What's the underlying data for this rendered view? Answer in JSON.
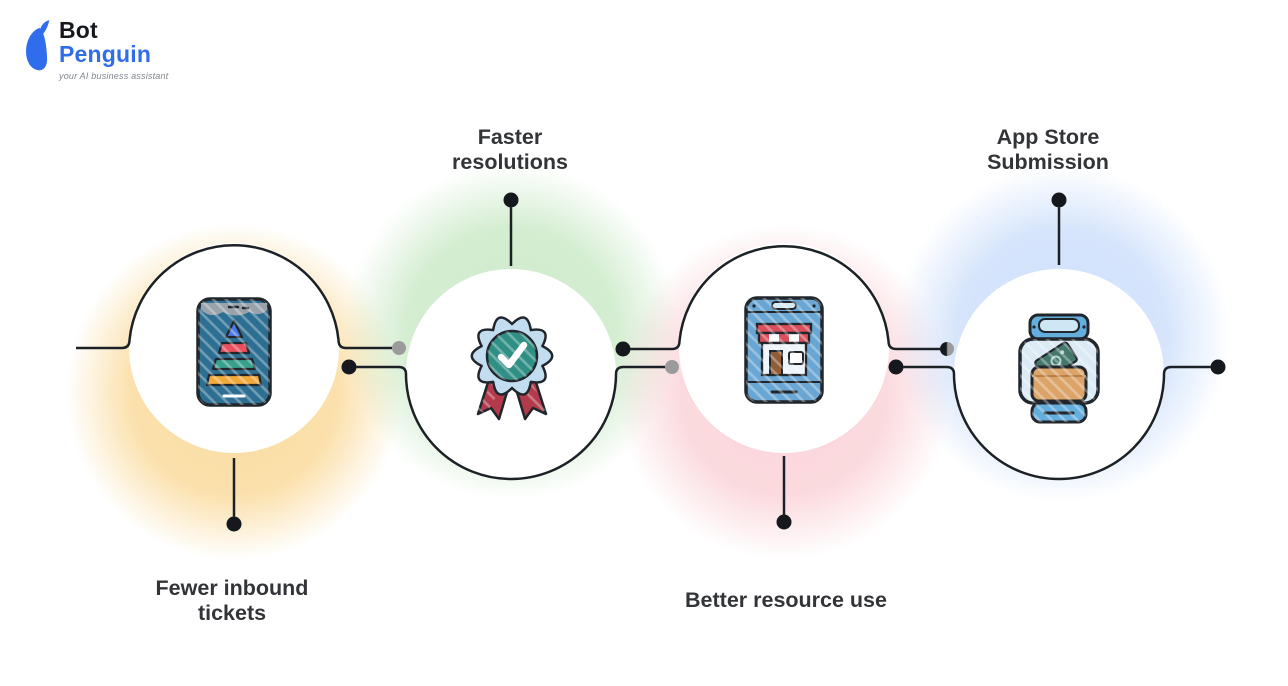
{
  "brand": {
    "name_line1": "Bot",
    "name_line2": "Penguin",
    "tagline": "your AI business assistant",
    "brand_blue": "#2f6ded",
    "name_dark": "#15191d",
    "tagline_gray": "#80868f"
  },
  "diagram": {
    "stroke_color": "#1c2126",
    "dot_dark": "#15191d",
    "dot_gray": "#9b9b9b",
    "label_color": "#323438",
    "nodes": [
      {
        "id": "fewer-inbound-tickets",
        "label": "Fewer inbound tickets",
        "label_position": "below",
        "glow_color": "#f6b73c",
        "icon": "phone-funnel-icon"
      },
      {
        "id": "faster-resolutions",
        "label": "Faster resolutions",
        "label_position": "above",
        "glow_color": "#8ed187",
        "icon": "award-badge-icon"
      },
      {
        "id": "better-resource-use",
        "label": "Better resource use",
        "label_position": "below",
        "glow_color": "#f59fab",
        "icon": "app-store-phone-icon"
      },
      {
        "id": "app-store-submission",
        "label": "App Store Submission",
        "label_position": "above",
        "glow_color": "#9dc1f7",
        "icon": "in-app-purchase-icon"
      }
    ],
    "icon_palette": {
      "outline": "#20262b",
      "phone_teal": "#2d6f92",
      "notch_gray": "#9aa3ab",
      "funnel_blue": "#4a78e8",
      "funnel_red": "#e8505f",
      "funnel_teal": "#38a18d",
      "funnel_orange": "#f2a93b",
      "badge_blue": "#c3ddf0",
      "badge_teal": "#2f8f85",
      "ribbon_red": "#b23a4a",
      "store_phone_blue": "#6aa6d3",
      "awning_red": "#d94f5c",
      "storefront_white": "#edf4fa",
      "door_brown": "#915d36",
      "jar_blue": "#64aede",
      "jar_body": "#dbeaf5",
      "tray_tan": "#dca469",
      "bill_green": "#44786d"
    }
  }
}
